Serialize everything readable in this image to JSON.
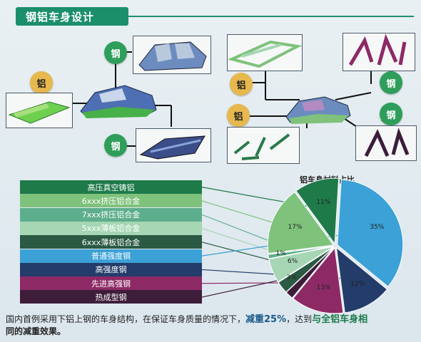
{
  "header": {
    "title": "钢铝车身设计"
  },
  "badges": {
    "al": "铝",
    "st": "钢"
  },
  "legend": [
    {
      "label": "高压真空铸铝",
      "color": "#1f7a4a"
    },
    {
      "label": "6xxx挤压铝合金",
      "color": "#7fc27b"
    },
    {
      "label": "7xxx挤压铝合金",
      "color": "#5dae8c"
    },
    {
      "label": "5xxx薄板铝合金",
      "color": "#a6d6b4"
    },
    {
      "label": "6xxx薄板铝合金",
      "color": "#2a5a43"
    },
    {
      "label": "普通强度钢",
      "color": "#3ba1d6"
    },
    {
      "label": "高强度钢",
      "color": "#233c6a"
    },
    {
      "label": "先进高强钢",
      "color": "#8d2a66"
    },
    {
      "label": "热成型钢",
      "color": "#3d1d3a"
    }
  ],
  "chart_data": {
    "type": "pie",
    "title": "铝车身材料占比",
    "slices": [
      {
        "label": "35%",
        "value": 35,
        "color": "#3ba1d6"
      },
      {
        "label": "12%",
        "value": 12,
        "color": "#233c6a"
      },
      {
        "label": "13%",
        "value": 13,
        "color": "#8d2a66"
      },
      {
        "label": "",
        "value": 2,
        "color": "#3d1d3a"
      },
      {
        "label": "3%",
        "value": 3,
        "color": "#2a5a43"
      },
      {
        "label": "6%",
        "value": 6,
        "color": "#a6d6b4"
      },
      {
        "label": "1%",
        "value": 1,
        "color": "#5dae8c"
      },
      {
        "label": "17%",
        "value": 17,
        "color": "#7fc27b"
      },
      {
        "label": "11%",
        "value": 11,
        "color": "#1f7a4a"
      }
    ]
  },
  "footer": {
    "text1": "国内首例采用下铝上钢的车身结构，在保证车身质量的情况下，",
    "hl1": "减重25%",
    "text2": "，达到",
    "hl2": "与全铝车身相",
    "text3": "同的减重效果。"
  }
}
